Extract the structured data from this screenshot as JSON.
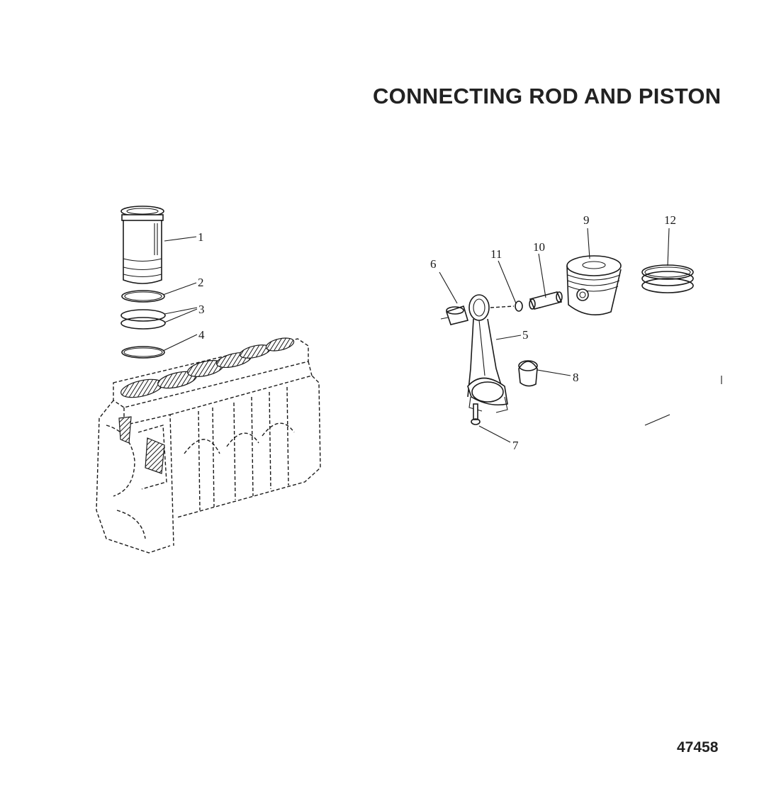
{
  "title": "CONNECTING ROD AND PISTON",
  "figure_number": "47458",
  "callouts": [
    {
      "num": "1"
    },
    {
      "num": "2"
    },
    {
      "num": "3"
    },
    {
      "num": "4"
    },
    {
      "num": "5"
    },
    {
      "num": "6"
    },
    {
      "num": "7"
    },
    {
      "num": "8"
    },
    {
      "num": "9"
    },
    {
      "num": "10"
    },
    {
      "num": "11"
    },
    {
      "num": "12"
    }
  ]
}
